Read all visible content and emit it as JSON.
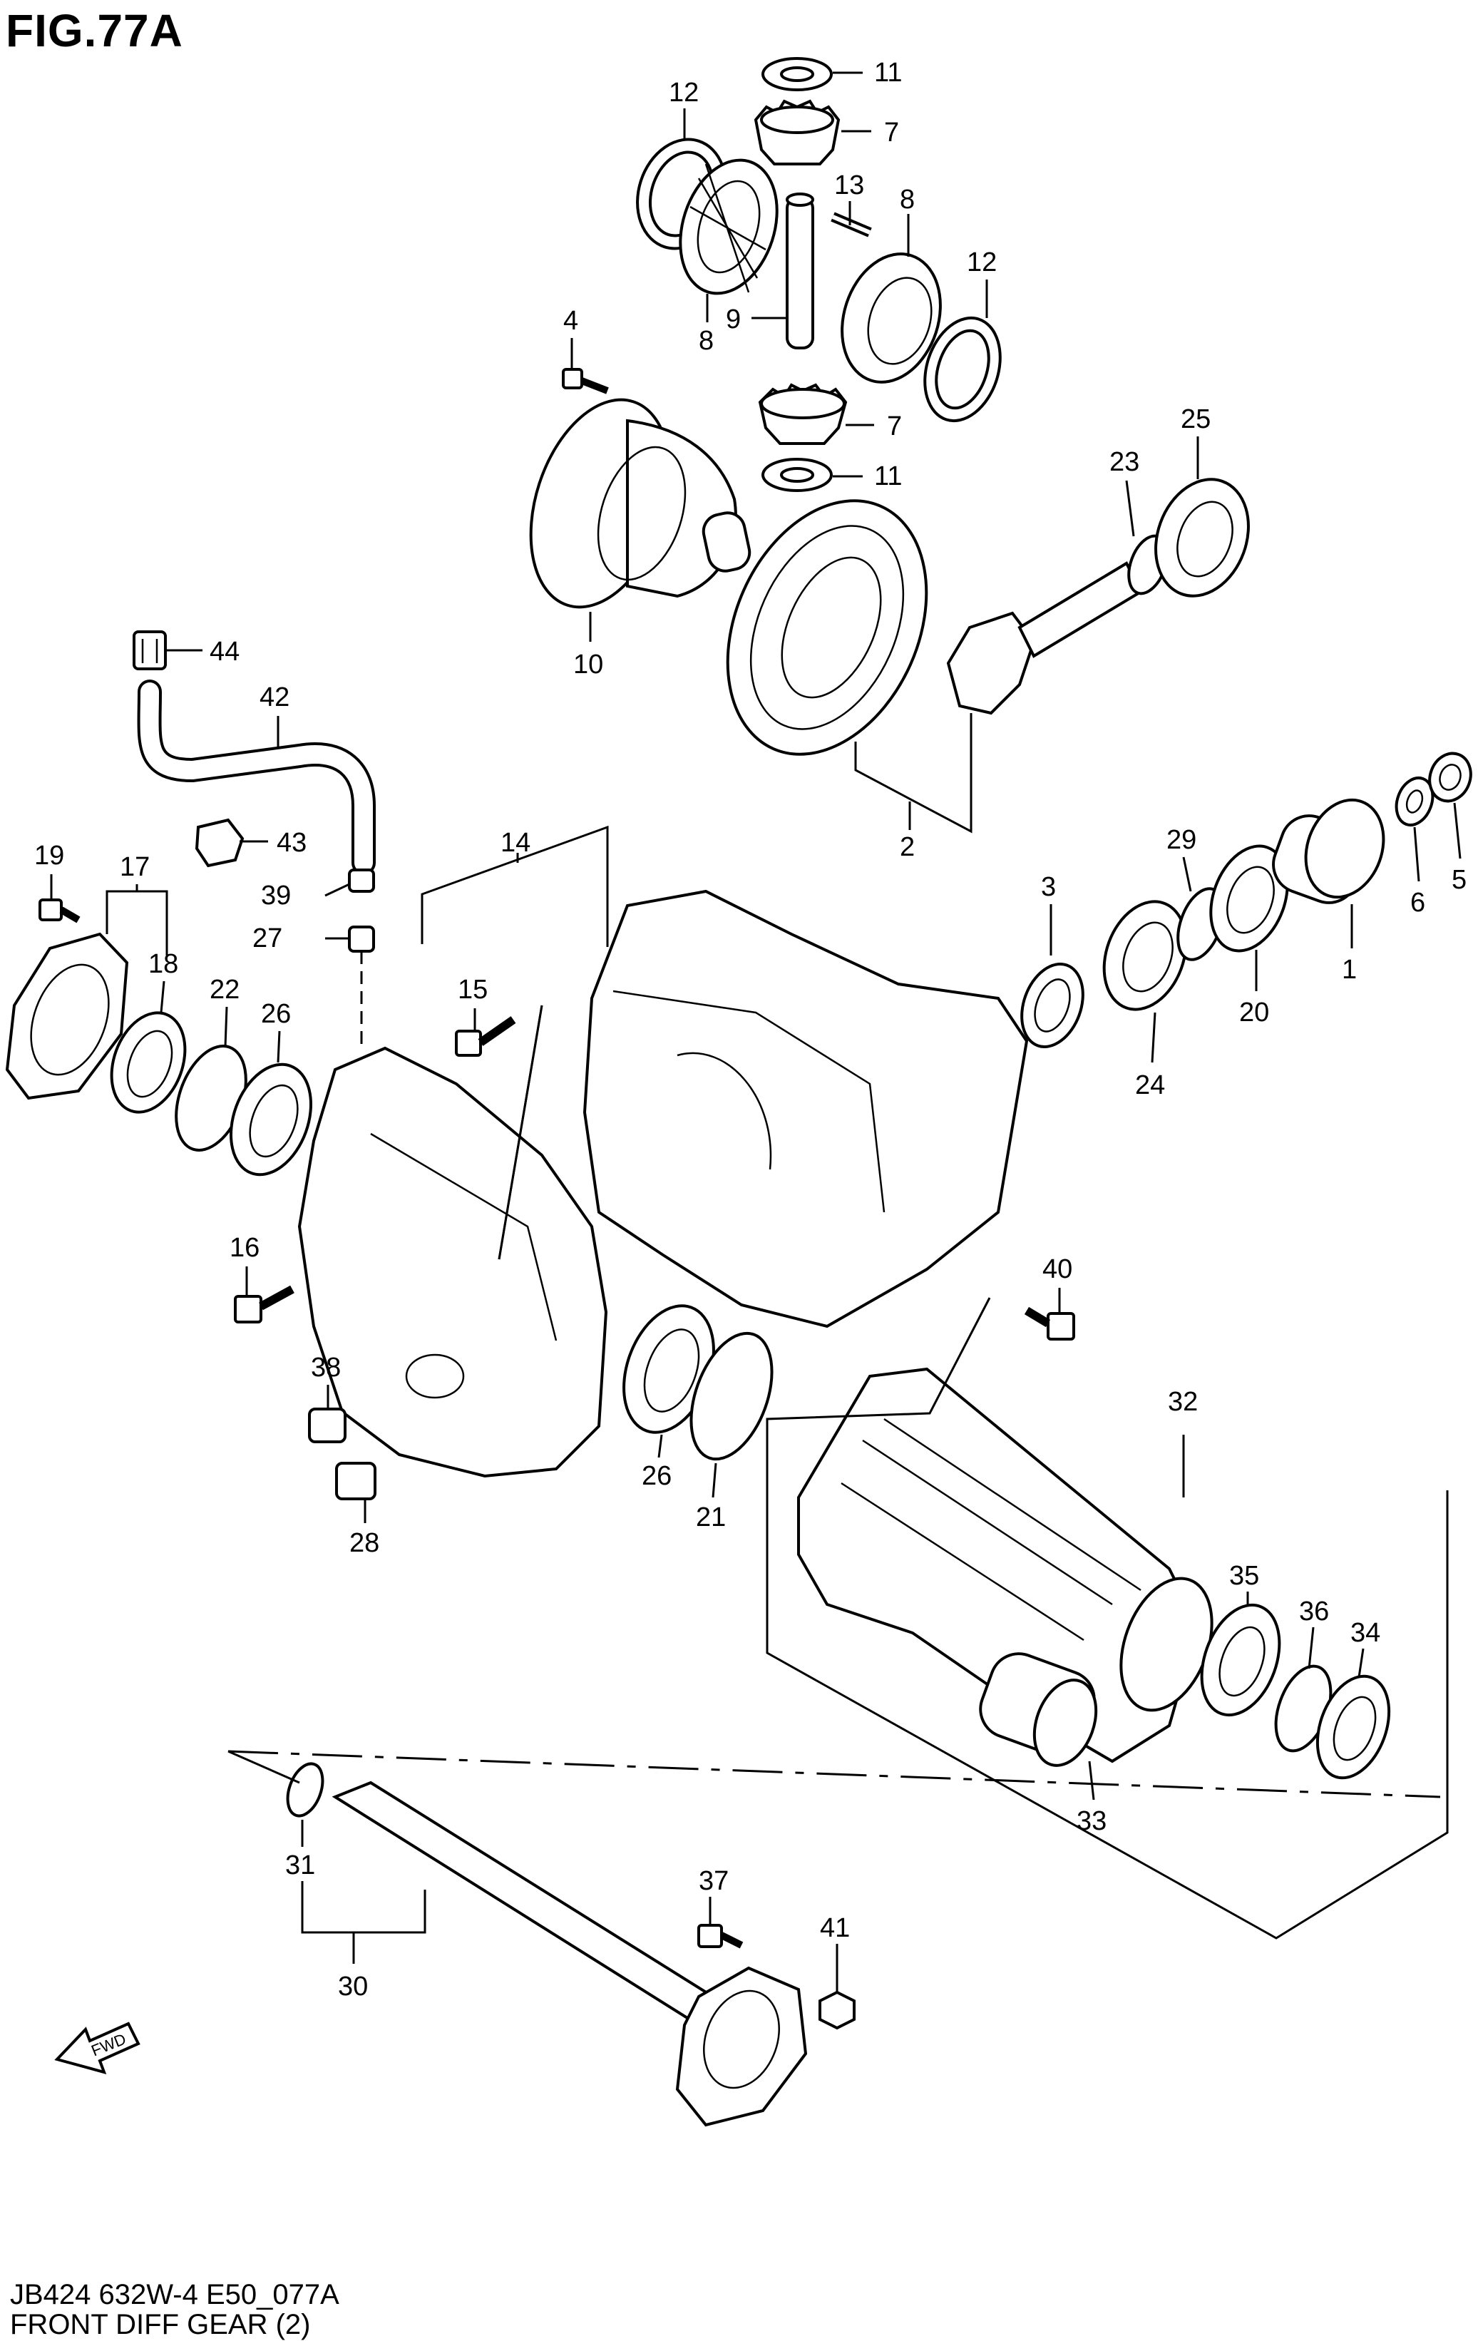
{
  "figure": {
    "title": "FIG.77A",
    "footer_code": "JB424 632W-4 E50_077A",
    "footer_name": "FRONT DIFF GEAR (2)",
    "fwd_label": "FWD"
  },
  "callouts": [
    {
      "id": "c11a",
      "text": "11"
    },
    {
      "id": "c7a",
      "text": "7"
    },
    {
      "id": "c12a",
      "text": "12"
    },
    {
      "id": "c13",
      "text": "13"
    },
    {
      "id": "c8a",
      "text": "8"
    },
    {
      "id": "c12b",
      "text": "12"
    },
    {
      "id": "c9",
      "text": "9"
    },
    {
      "id": "c8b",
      "text": "8"
    },
    {
      "id": "c4",
      "text": "4"
    },
    {
      "id": "c7b",
      "text": "7"
    },
    {
      "id": "c11b",
      "text": "11"
    },
    {
      "id": "c10",
      "text": "10"
    },
    {
      "id": "c25",
      "text": "25"
    },
    {
      "id": "c23",
      "text": "23"
    },
    {
      "id": "c44",
      "text": "44"
    },
    {
      "id": "c42",
      "text": "42"
    },
    {
      "id": "c43",
      "text": "43"
    },
    {
      "id": "c2",
      "text": "2"
    },
    {
      "id": "c6",
      "text": "6"
    },
    {
      "id": "c5",
      "text": "5"
    },
    {
      "id": "c19",
      "text": "19"
    },
    {
      "id": "c17",
      "text": "17"
    },
    {
      "id": "c39",
      "text": "39"
    },
    {
      "id": "c14",
      "text": "14"
    },
    {
      "id": "c27",
      "text": "27"
    },
    {
      "id": "c3",
      "text": "3"
    },
    {
      "id": "c29",
      "text": "29"
    },
    {
      "id": "c18",
      "text": "18"
    },
    {
      "id": "c15",
      "text": "15"
    },
    {
      "id": "c1",
      "text": "1"
    },
    {
      "id": "c22",
      "text": "22"
    },
    {
      "id": "c26a",
      "text": "26"
    },
    {
      "id": "c20",
      "text": "20"
    },
    {
      "id": "c24",
      "text": "24"
    },
    {
      "id": "c16",
      "text": "16"
    },
    {
      "id": "c40",
      "text": "40"
    },
    {
      "id": "c38",
      "text": "38"
    },
    {
      "id": "c32",
      "text": "32"
    },
    {
      "id": "c26b",
      "text": "26"
    },
    {
      "id": "c21",
      "text": "21"
    },
    {
      "id": "c28",
      "text": "28"
    },
    {
      "id": "c35",
      "text": "35"
    },
    {
      "id": "c36",
      "text": "36"
    },
    {
      "id": "c34",
      "text": "34"
    },
    {
      "id": "c33",
      "text": "33"
    },
    {
      "id": "c37",
      "text": "37"
    },
    {
      "id": "c31",
      "text": "31"
    },
    {
      "id": "c41",
      "text": "41"
    },
    {
      "id": "c30",
      "text": "30"
    }
  ]
}
